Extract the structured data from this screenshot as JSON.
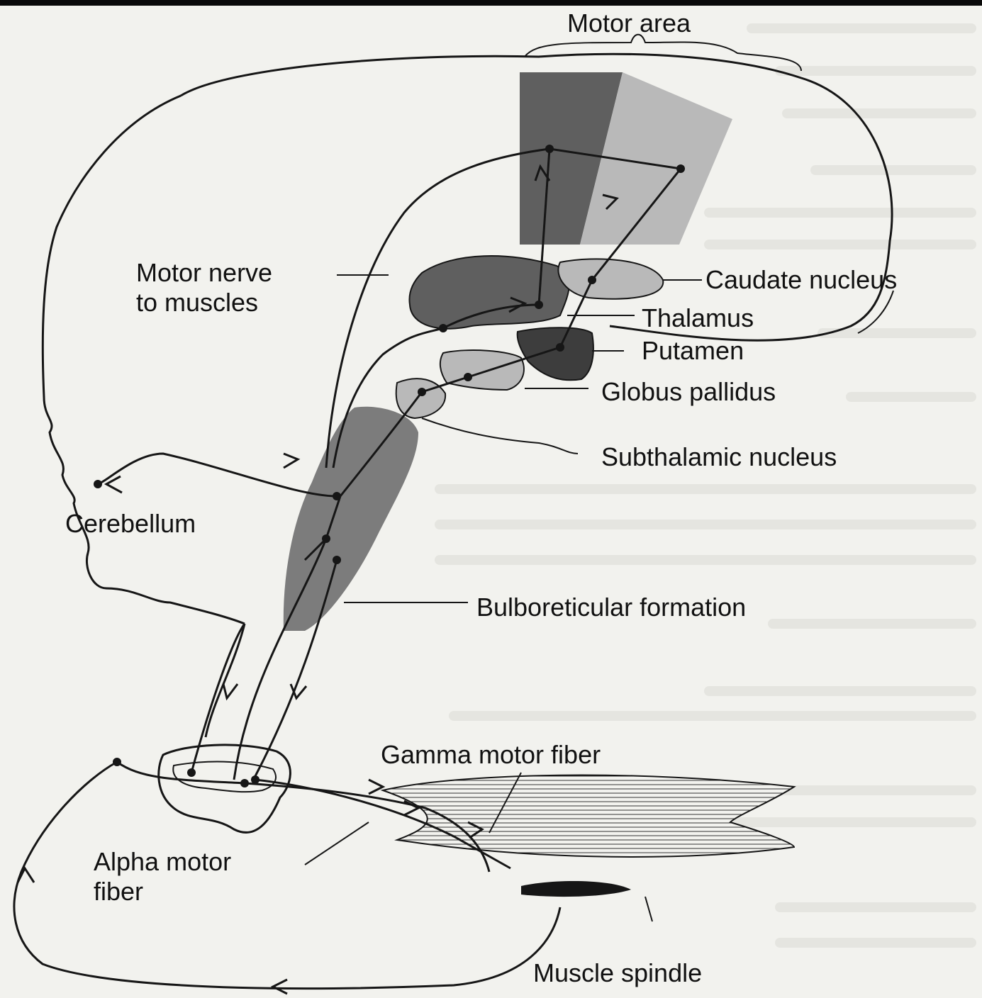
{
  "labels": {
    "motor_area": "Motor area",
    "motor_nerve_line1": "Motor nerve",
    "motor_nerve_line2": "to muscles",
    "caudate_nucleus": "Caudate nucleus",
    "thalamus": "Thalamus",
    "putamen": "Putamen",
    "globus_pallidus": "Globus pallidus",
    "subthalamic_nucleus": "Subthalamic nucleus",
    "cerebellum": "Cerebellum",
    "bulboreticular_formation": "Bulboreticular formation",
    "gamma_motor_fiber": "Gamma motor fiber",
    "alpha_motor_line1": "Alpha motor",
    "alpha_motor_line2": "fiber",
    "muscle_spindle": "Muscle spindle"
  },
  "colors": {
    "dark_region": "#5f5f5f",
    "medium_region": "#7c7c7c",
    "light_region": "#b9b9b9",
    "darkest_region": "#3d3d3d",
    "line": "#161616",
    "background": "#f2f2ee"
  }
}
